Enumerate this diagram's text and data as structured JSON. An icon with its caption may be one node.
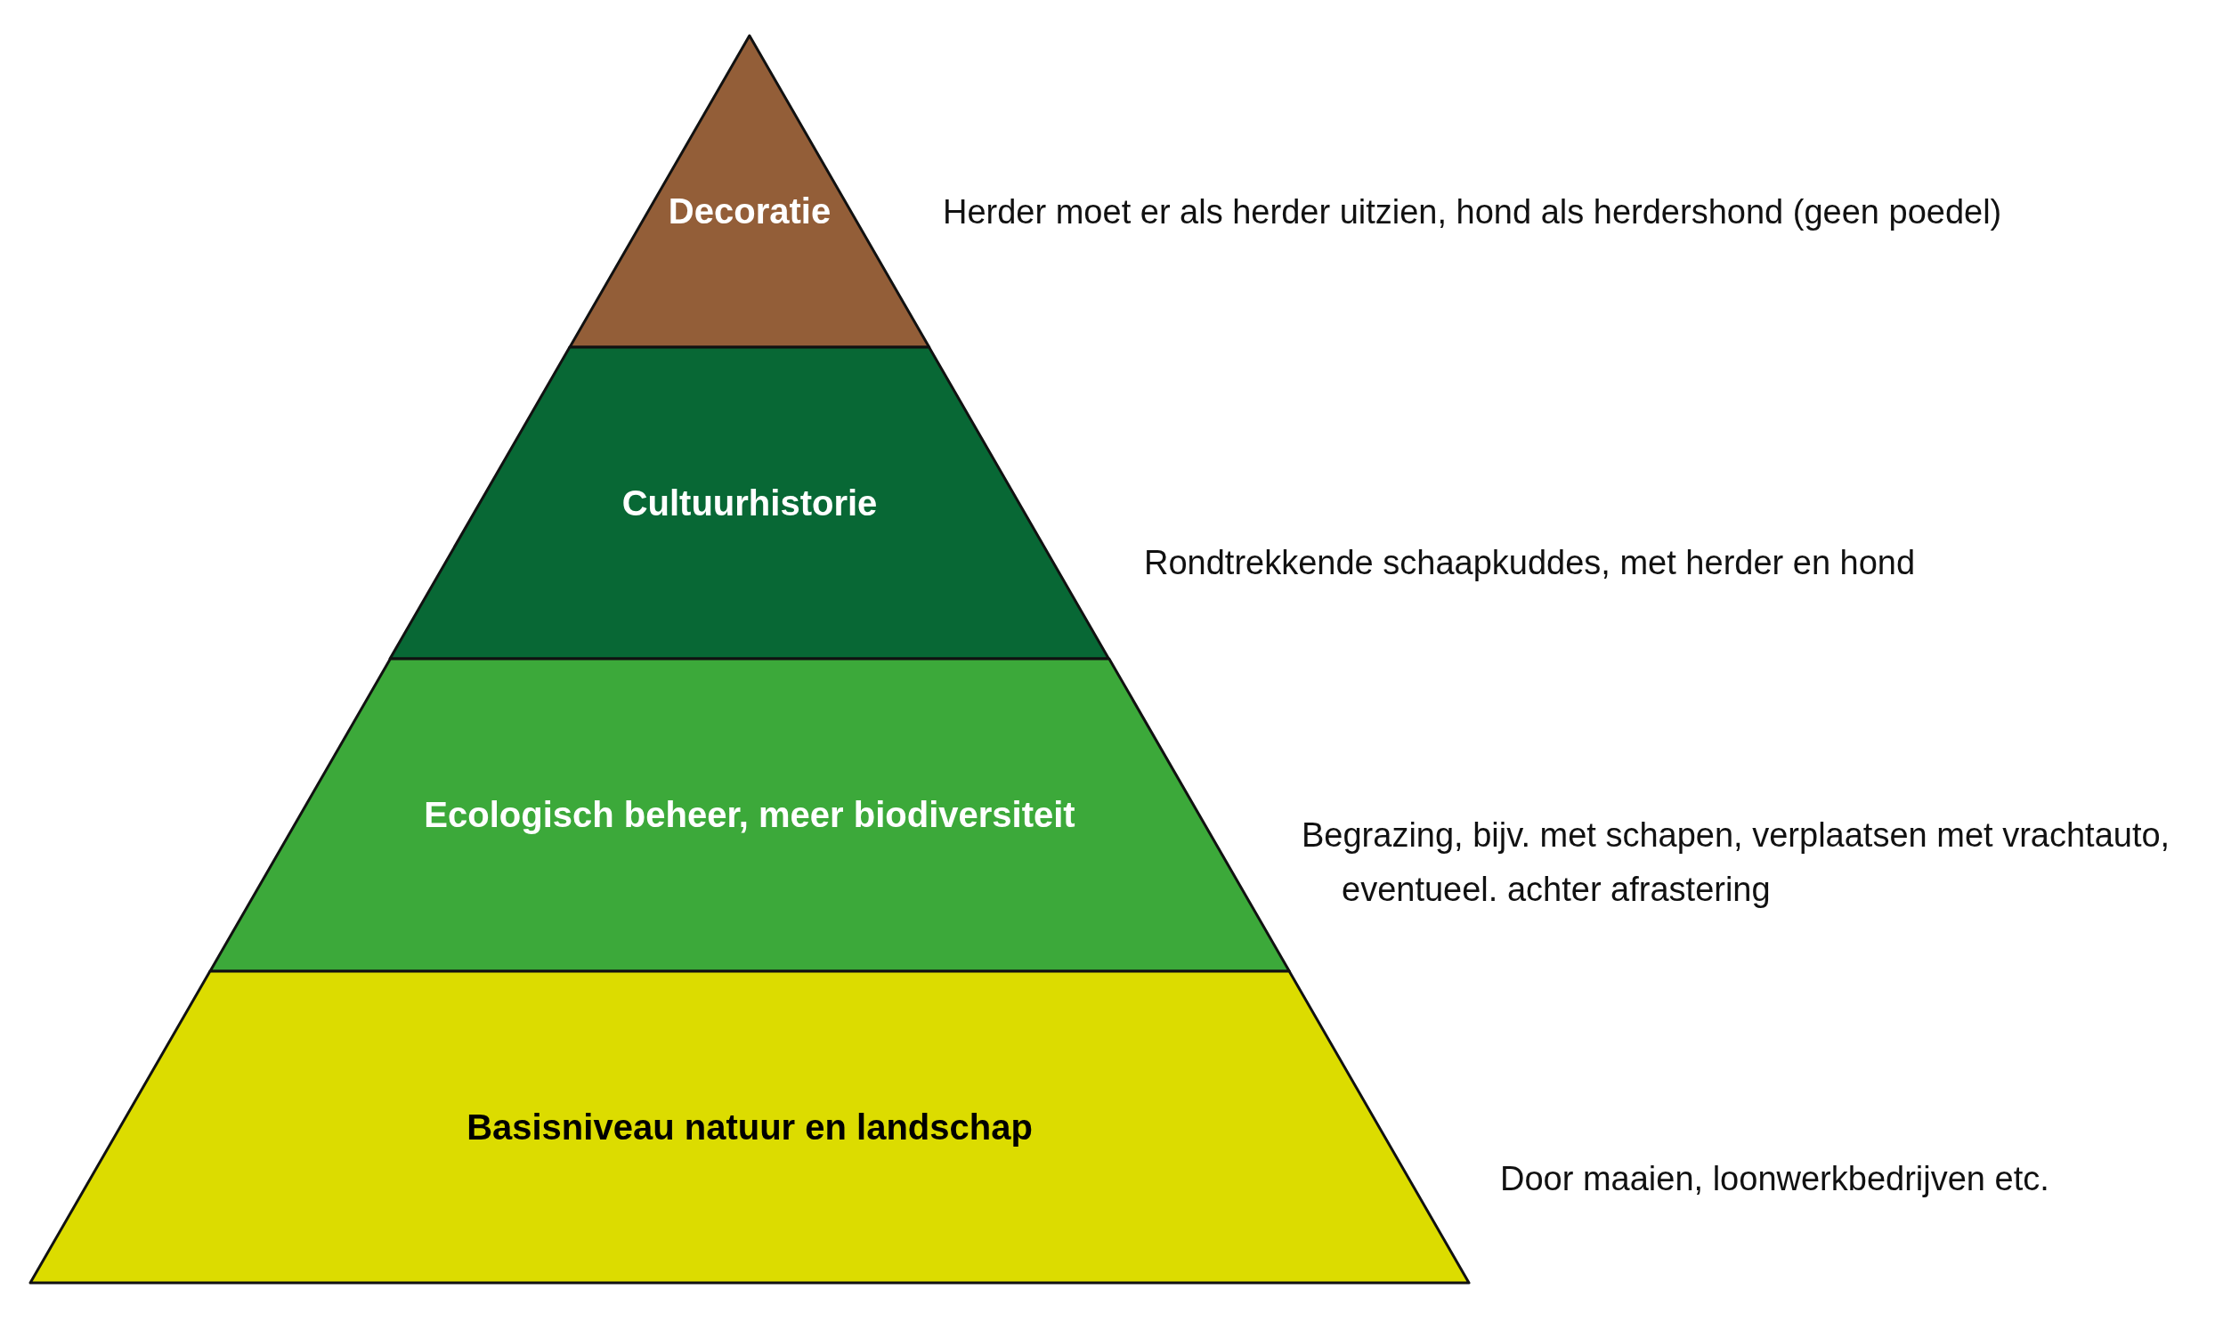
{
  "diagram": {
    "nodes": [
      {
        "text": [
          "Decoratie"
        ],
        "beside": [
          "Herder moet er als herder uitzien, hond als herdershond (geen poedel)"
        ]
      },
      {
        "text": [
          "Cultuurhistorie"
        ],
        "beside": [
          "Rondtrekkende schaapkuddes, met herder en hond"
        ]
      },
      {
        "text": [
          "Ecologisch beheer, meer biodiversiteit"
        ],
        "beside": [
          "Begrazing, bijv. met schapen, verplaatsen met vrachtauto, eventueel. achter afrastering"
        ]
      },
      {
        "text": [
          "Basisniveau natuur en landschap"
        ],
        "beside": [
          "Door maaien, loonwerkbedrijven etc."
        ]
      }
    ]
  }
}
